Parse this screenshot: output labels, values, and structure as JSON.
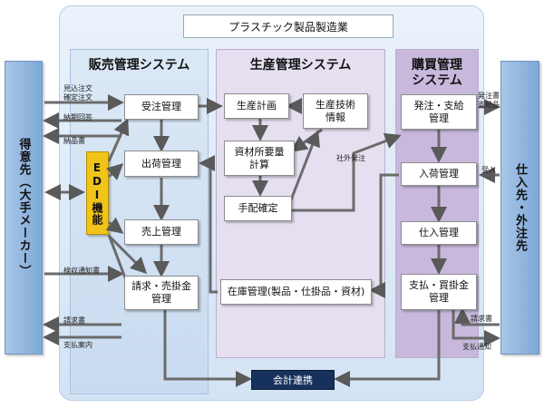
{
  "banner": "プラスチック製品製造業",
  "left_party": "得意先（大手メーカー）",
  "right_party": "仕入先・外注先",
  "edi": "EDI機能",
  "accounting": "会計連携",
  "sales": {
    "title": "販売管理システム",
    "order": "受注管理",
    "shipping": "出荷管理",
    "sales_mgmt": "売上管理",
    "billing": "請求・売掛金\n管理"
  },
  "production": {
    "title": "生産管理システム",
    "planning": "生産計画",
    "tech_info": "生産技術\n情報",
    "mrp": "資材所要量\n計算",
    "arrangement": "手配確定",
    "inventory": "在庫管理(製品・仕掛品・資材)"
  },
  "purchasing": {
    "title": "購買管理\nシステム",
    "ordering": "発注・支給\n管理",
    "receiving": "入荷管理",
    "purchase": "仕入管理",
    "payment": "支払・買掛金\n管理"
  },
  "labels": {
    "order_in": "見込注文\n確定注文",
    "delivery_reply": "納期回答",
    "delivery_slip": "納品書",
    "inspection_notice": "検収通知書",
    "invoice_out": "請求書",
    "payment_guide": "支払案内",
    "outsourcing": "社外発注",
    "po_out": "発注書\n支給品",
    "receipt_in": "受入",
    "invoice_in": "請求書",
    "payment_notice": "支払通知"
  }
}
